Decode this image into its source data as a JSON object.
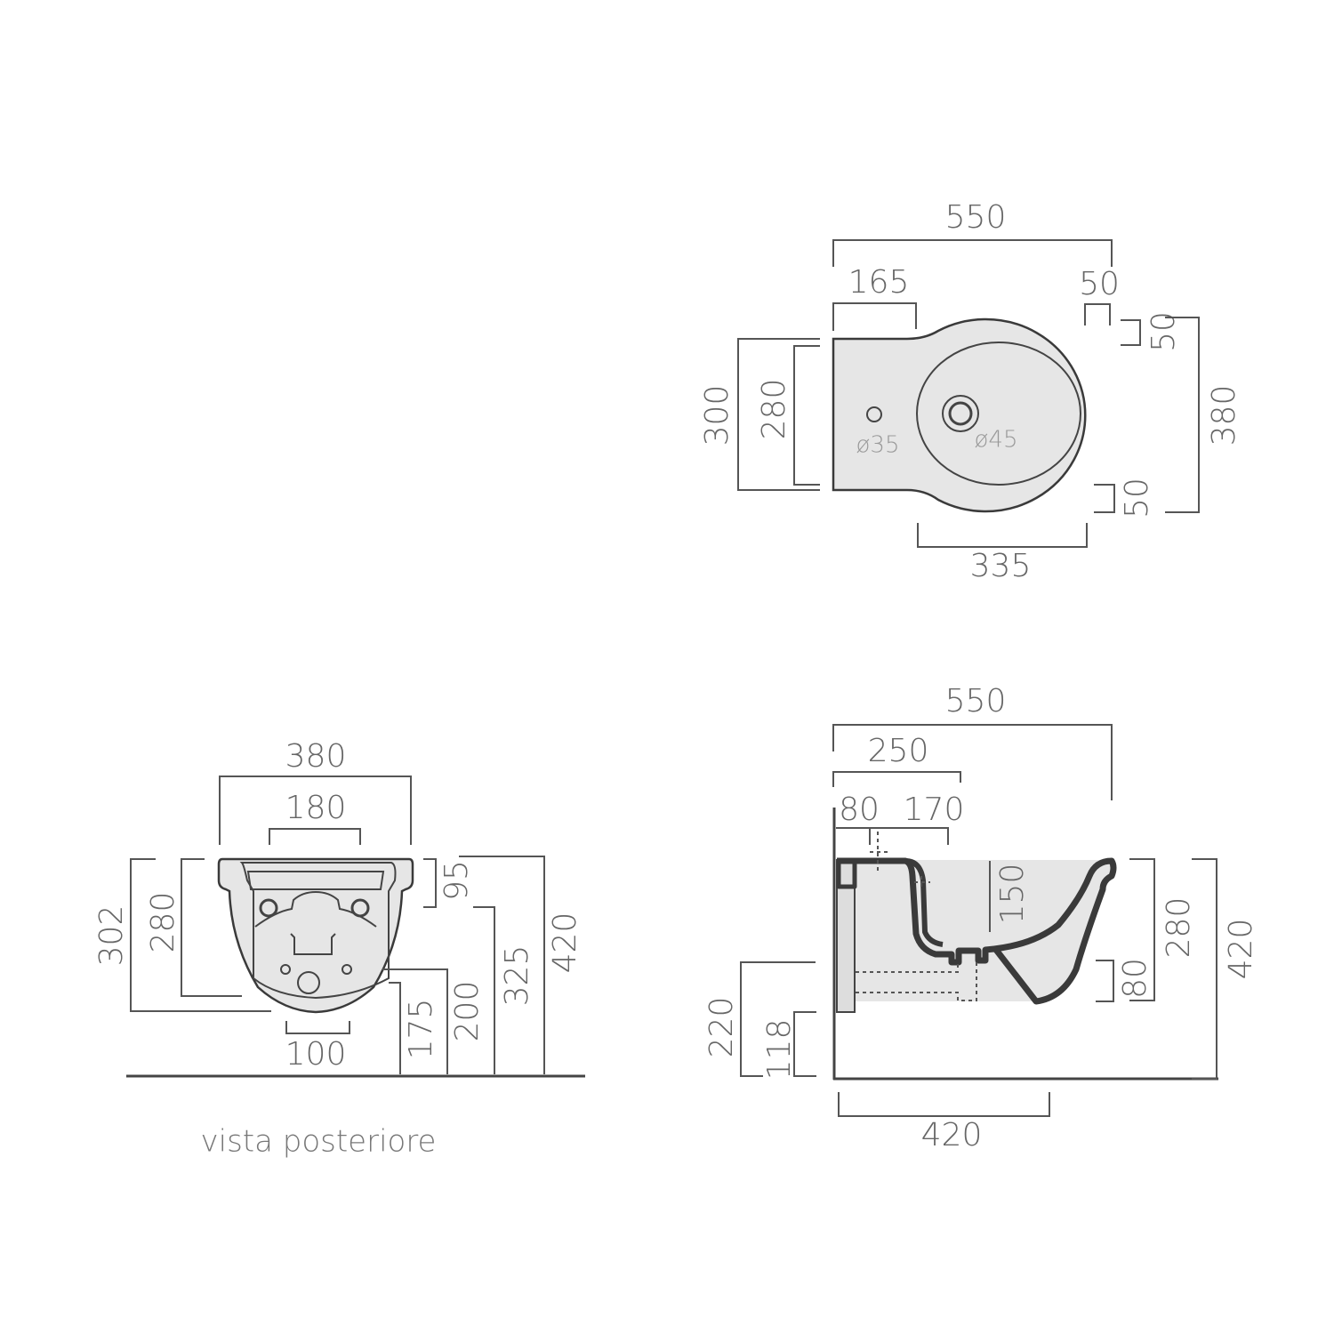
{
  "top_view": {
    "overall_length": "550",
    "front_depth": "165",
    "rim_top": "50",
    "rim_right_top": "50",
    "overall_width": "380",
    "rim_right_bottom": "50",
    "bowl_length": "335",
    "back_width": "300",
    "back_inner": "280",
    "hole_small": "ø35",
    "hole_tap": "ø45"
  },
  "rear_view": {
    "overall_width": "380",
    "fixing_spacing": "180",
    "height_302": "302",
    "height_280": "280",
    "top_95": "95",
    "height_420": "420",
    "height_325": "325",
    "height_200": "200",
    "height_175": "175",
    "waste_width": "100",
    "caption": "vista posteriore"
  },
  "side_view": {
    "overall_length": "550",
    "tap_position": "250",
    "wall_offset": "80",
    "tap_spacing": "170",
    "bowl_depth": "150",
    "height_280": "280",
    "height_420": "420",
    "height_80": "80",
    "height_220": "220",
    "height_118": "118",
    "bottom_length": "420"
  },
  "colors": {
    "line": "#555555",
    "body_fill": "#e6e6e6",
    "outline": "#3a3a3a"
  }
}
